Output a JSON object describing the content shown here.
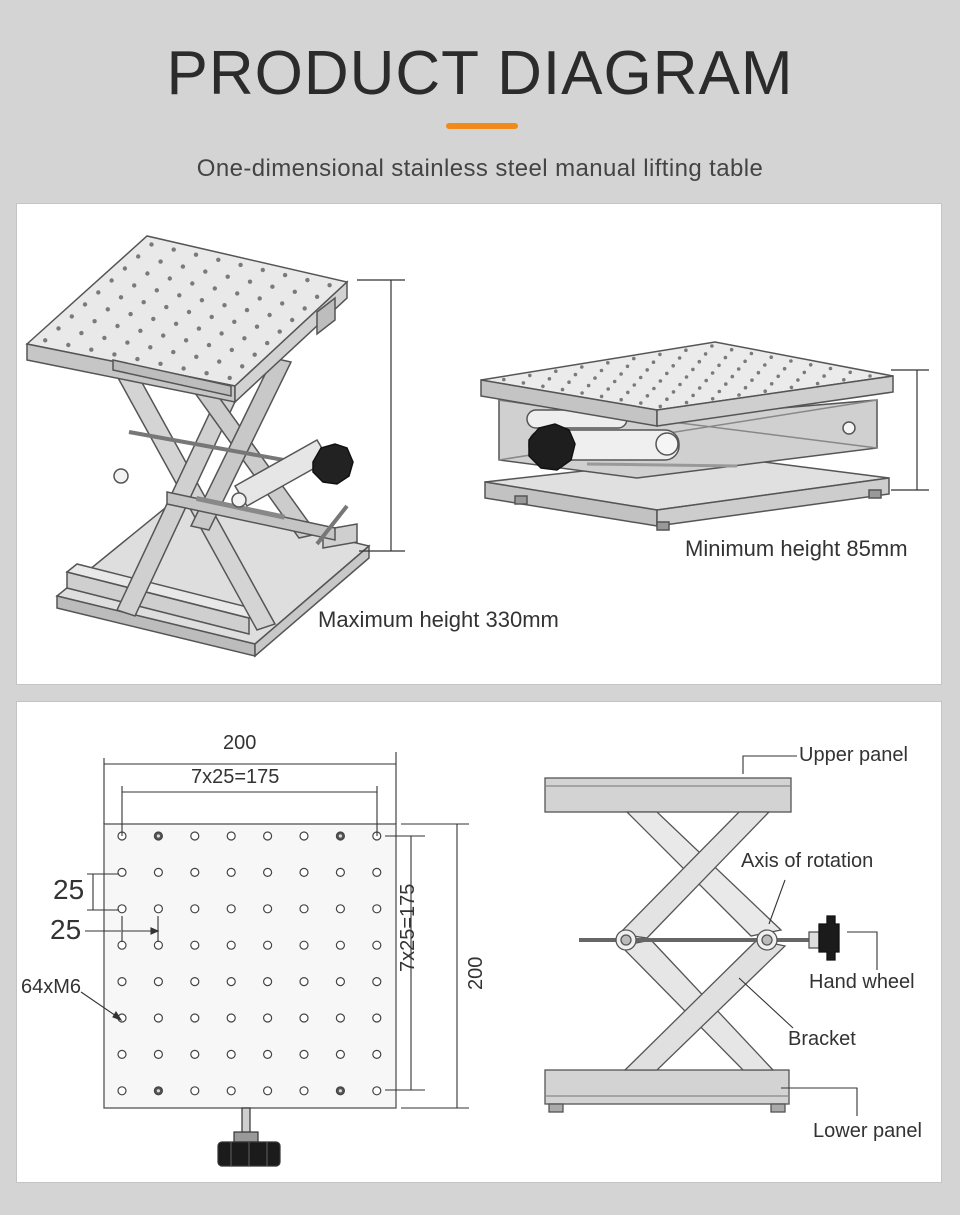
{
  "header": {
    "title": "PRODUCT DIAGRAM",
    "subtitle": "One-dimensional stainless steel manual lifting table",
    "accent_color": "#f08a1c"
  },
  "views": {
    "max_height_label": "Maximum height  330mm",
    "min_height_label": "Minimum height 85mm"
  },
  "dimensions": {
    "width_total": "200",
    "width_holes": "7x25=175",
    "height_total": "200",
    "height_holes": "7x25=175",
    "pitch_vertical": "25",
    "pitch_horizontal": "25",
    "hole_spec": "64xM6"
  },
  "parts": {
    "upper_panel": "Upper panel",
    "axis_of_rotation": "Axis of rotation",
    "hand_wheel": "Hand wheel",
    "bracket": "Bracket",
    "lower_panel": "Lower panel"
  }
}
